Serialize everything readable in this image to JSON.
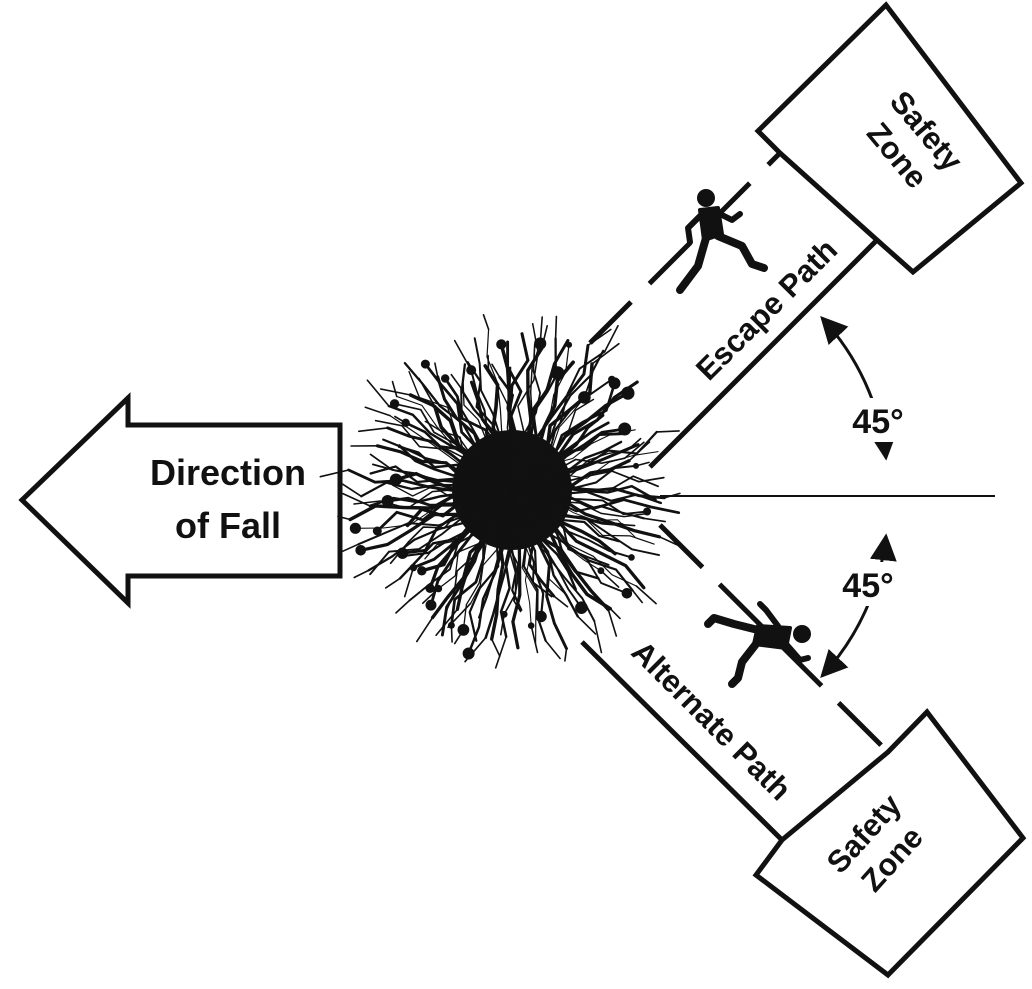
{
  "direction": {
    "line1": "Direction",
    "line2": "of Fall"
  },
  "escape_path": {
    "label": "Escape Path",
    "angle_label": "45°"
  },
  "alternate_path": {
    "label": "Alternate Path",
    "angle_label": "45°"
  },
  "safety_zone_upper": {
    "line1": "Safety",
    "line2": "Zone"
  },
  "safety_zone_lower": {
    "line1": "Safety",
    "line2": "Zone"
  },
  "colors": {
    "ink": "#111111",
    "background": "#ffffff"
  }
}
